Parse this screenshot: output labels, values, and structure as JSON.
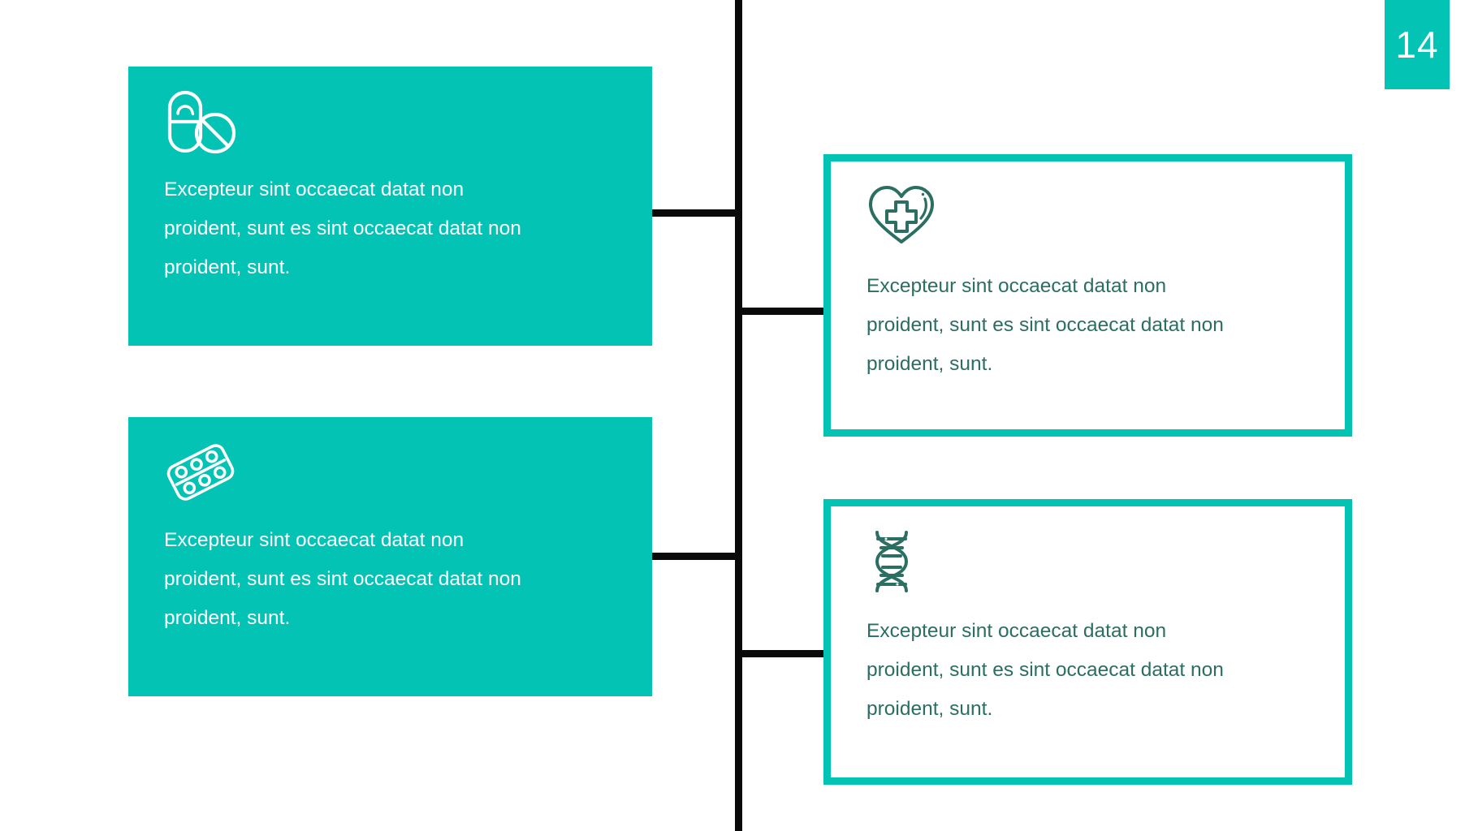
{
  "slide": {
    "page_number": "14",
    "background_color": "#ffffff",
    "accent_color": "#02c3b4",
    "dark_text_color": "#2b6e62",
    "connector_color": "#0a0a0a"
  },
  "cards": [
    {
      "id": "left-top",
      "style": "filled",
      "icon": "capsule-tablet-icon",
      "text": "Excepteur sint occaecat datat non proident, sunt es sint occaecat datat non proident, sunt."
    },
    {
      "id": "left-bottom",
      "style": "filled",
      "icon": "blister-pack-icon",
      "text": "Excepteur sint occaecat datat non proident, sunt es sint occaecat datat non proident, sunt."
    },
    {
      "id": "right-top",
      "style": "outlined",
      "icon": "heart-cross-icon",
      "text": "Excepteur sint occaecat datat non proident, sunt es sint occaecat datat non proident, sunt."
    },
    {
      "id": "right-bottom",
      "style": "outlined",
      "icon": "dna-helix-icon",
      "text": "Excepteur sint occaecat datat non proident, sunt es sint occaecat datat non proident, sunt."
    }
  ]
}
